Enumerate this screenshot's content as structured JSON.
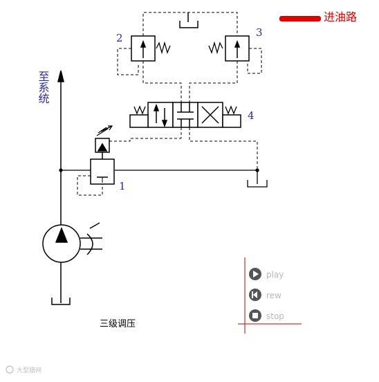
{
  "legend": {
    "label": "进油路",
    "color": "#e00000"
  },
  "labels": {
    "valve1": "1",
    "valve2": "2",
    "valve3": "3",
    "valve4": "4",
    "to_system": "至系统"
  },
  "caption": "三级调压",
  "controls": {
    "play": {
      "label": "play",
      "icon": "play-icon"
    },
    "rew": {
      "label": "rew",
      "icon": "rewind-icon"
    },
    "stop": {
      "label": "stop",
      "icon": "stop-icon"
    }
  },
  "watermark": "大型猎网"
}
